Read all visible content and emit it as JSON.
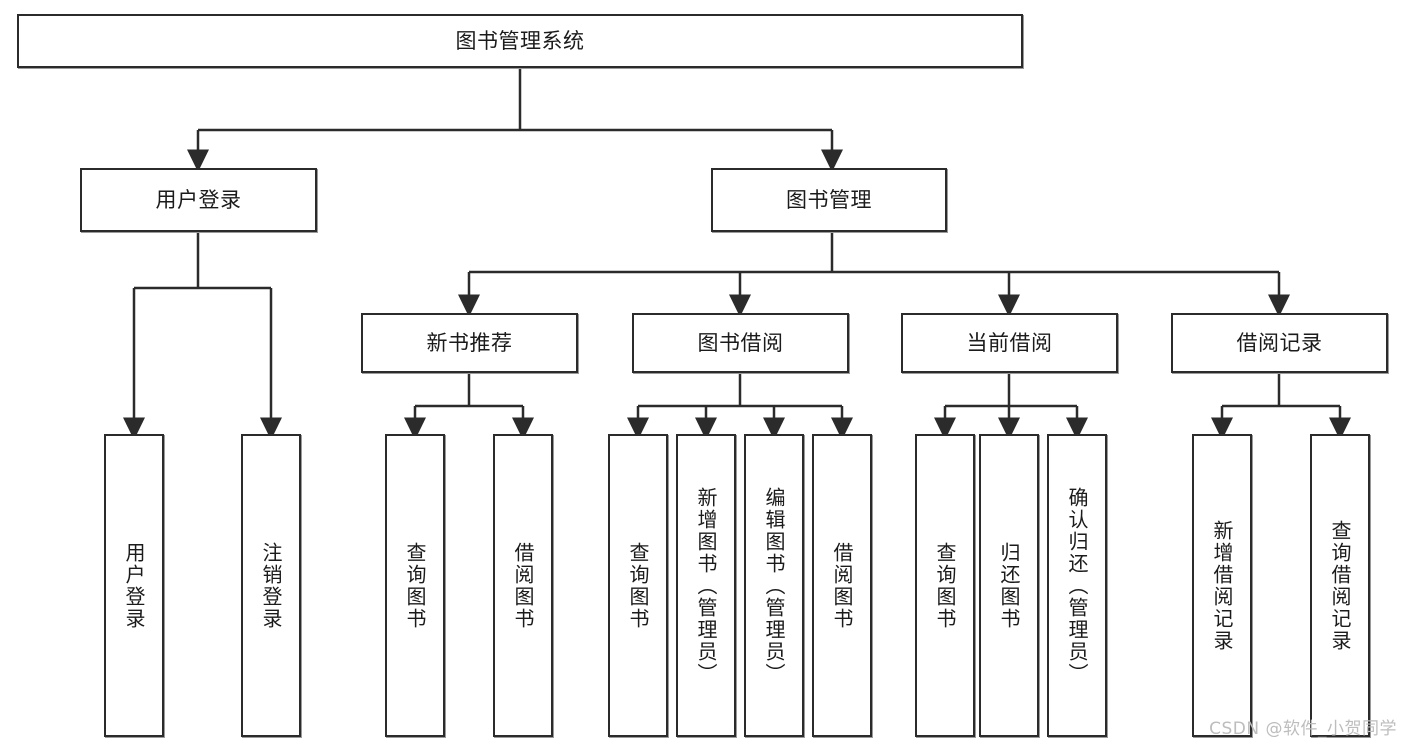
{
  "diagram": {
    "title_text": "图书管理系统",
    "type": "tree-hierarchy-flowchart",
    "stroke_color": "#2b2b2b",
    "fill_color": "#ffffff",
    "text_color": "#1b1b1b"
  },
  "nodes": {
    "root": {
      "label": "图书管理系统"
    },
    "level2": [
      {
        "label": "用户登录"
      },
      {
        "label": "图书管理"
      }
    ],
    "level3": [
      {
        "label": "新书推荐"
      },
      {
        "label": "图书借阅"
      },
      {
        "label": "当前借阅"
      },
      {
        "label": "借阅记录"
      }
    ],
    "leaves_user_login": [
      {
        "label": "用户登录"
      },
      {
        "label": "注销登录"
      }
    ],
    "leaves_new_book": [
      {
        "label": "查询图书"
      },
      {
        "label": "借阅图书"
      }
    ],
    "leaves_borrow": [
      {
        "label": "查询图书"
      },
      {
        "label": "新增图书（管理员）"
      },
      {
        "label": "编辑图书（管理员）"
      },
      {
        "label": "借阅图书"
      }
    ],
    "leaves_current": [
      {
        "label": "查询图书"
      },
      {
        "label": "归还图书"
      },
      {
        "label": "确认归还（管理员）"
      }
    ],
    "leaves_records": [
      {
        "label": "新增借阅记录"
      },
      {
        "label": "查询借阅记录"
      }
    ]
  },
  "watermark": {
    "text": "CSDN @软件_小贺同学"
  }
}
